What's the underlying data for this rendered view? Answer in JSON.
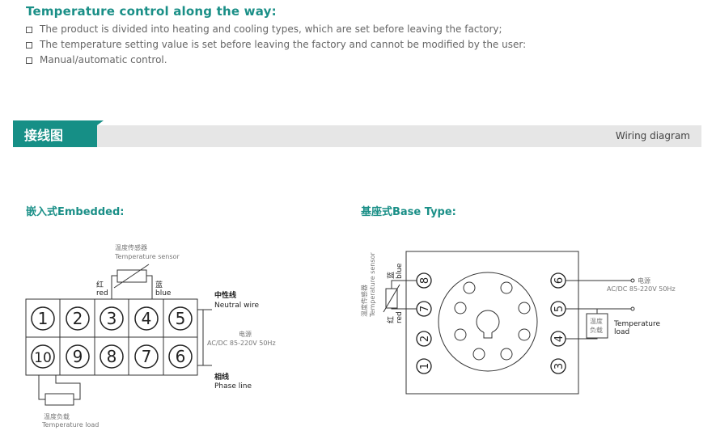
{
  "heading": "Temperature control along the way:",
  "bullets": [
    "The product is divided into heating and cooling types, which are set before leaving the factory;",
    "The temperature setting value is set before leaving the factory and cannot be modified by the user:",
    "Manual/automatic control."
  ],
  "section": {
    "tag": "接线图",
    "title": "Wiring diagram"
  },
  "embedded": {
    "title": "嵌入式Embedded:",
    "sensor_cn": "温度传感器",
    "sensor_en": "Temperature sensor",
    "red_cn": "红",
    "red_en": "red",
    "blue_cn": "蓝",
    "blue_en": "blue",
    "neutral_cn": "中性线",
    "neutral_en": "Neutral wire",
    "power_cn": "电源",
    "power_en": "AC/DC 85-220V 50Hz",
    "phase_cn": "相线",
    "phase_en": "Phase line",
    "load_cn": "温度负载",
    "load_en": "Temperature load",
    "top_row": [
      "1",
      "2",
      "3",
      "4",
      "5"
    ],
    "bottom_row": [
      "10",
      "9",
      "8",
      "7",
      "6"
    ]
  },
  "base": {
    "title": "基座式Base Type:",
    "sensor_cn": "温度传感器",
    "sensor_en": "Temperature sensor",
    "blue_cn": "蓝",
    "blue_en": "blue",
    "red_cn": "红",
    "red_en": "red",
    "power_cn": "电源",
    "power_en": "AC/DC 85-220V 50Hz",
    "load_cn1": "温度",
    "load_cn2": "负载",
    "load_en1": "Temperature",
    "load_en2": "load",
    "left_pins": [
      "8",
      "7",
      "2",
      "1"
    ],
    "right_pins": [
      "6",
      "5",
      "4",
      "3"
    ]
  }
}
